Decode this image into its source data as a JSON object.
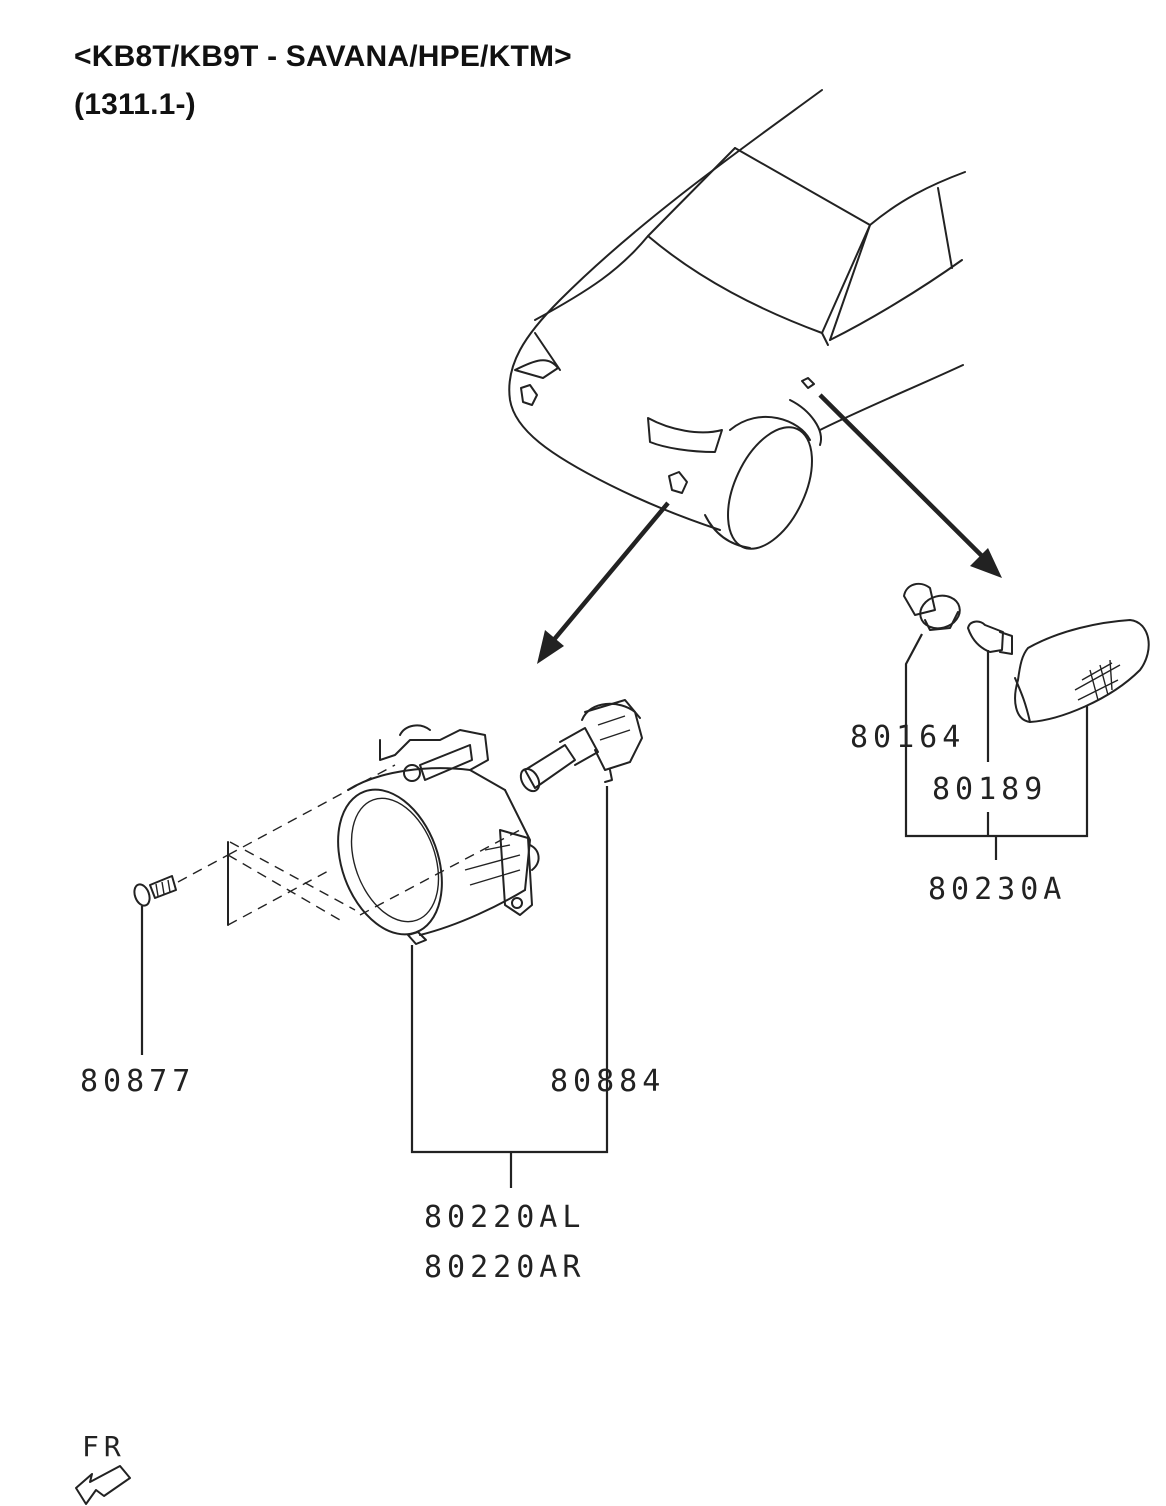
{
  "header": {
    "model_line": "<KB8T/KB9T - SAVANA/HPE/KTM>",
    "date_line": "(1311.1-)"
  },
  "parts": {
    "screw": "80877",
    "fog_lamp_bulb": "80884",
    "fog_lamp_left": "80220AL",
    "fog_lamp_right": "80220AR",
    "socket": "80164",
    "side_bulb": "80189",
    "side_turn_lamp_assembly": "80230A"
  },
  "direction_label": "FR"
}
